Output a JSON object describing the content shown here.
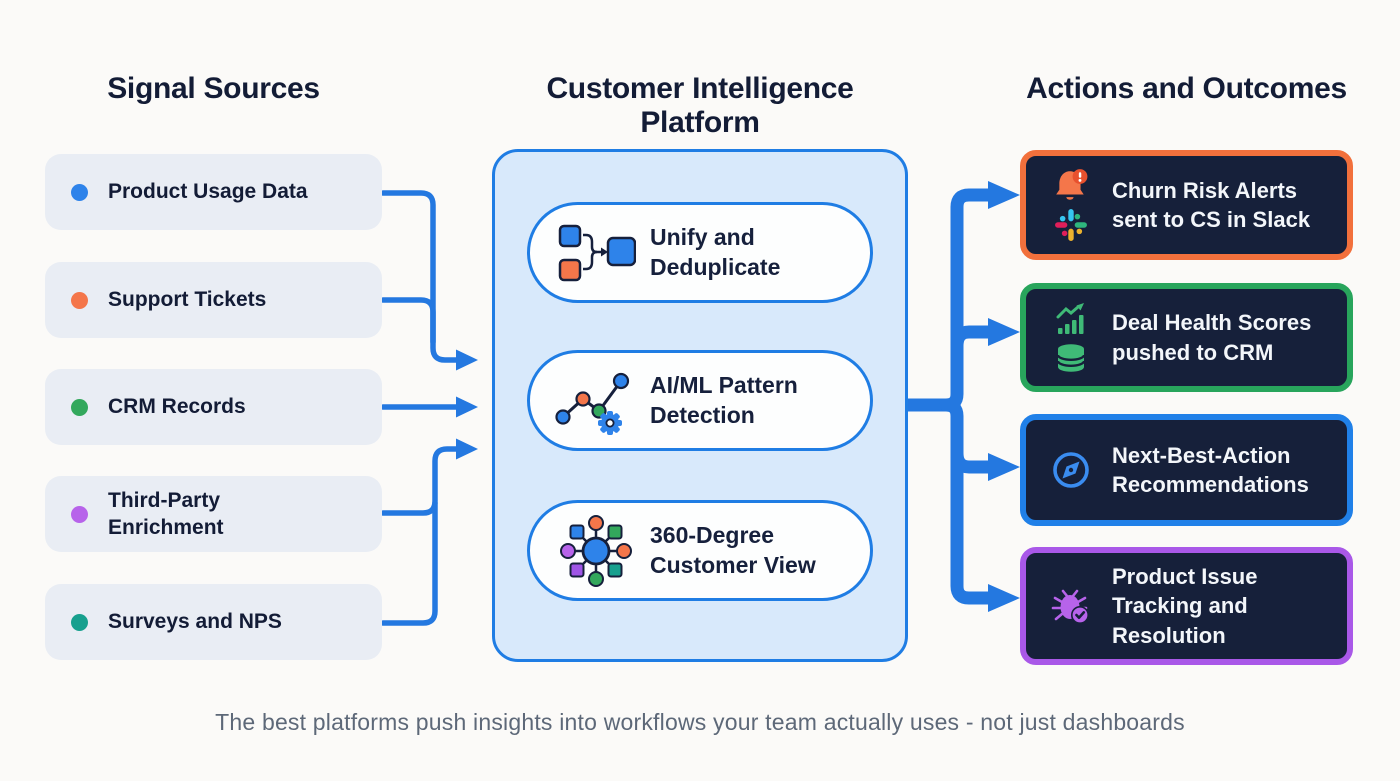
{
  "headers": {
    "sources": "Signal Sources",
    "platform": "Customer Intelligence Platform",
    "actions": "Actions and Outcomes"
  },
  "sources": {
    "items": [
      {
        "label": "Product Usage Data",
        "dot_color": "#2e83ea",
        "dot_icon": "blue-dot-icon"
      },
      {
        "label": "Support Tickets",
        "dot_color": "#f4764a",
        "dot_icon": "orange-dot-icon"
      },
      {
        "label": "CRM Records",
        "dot_color": "#33a85c",
        "dot_icon": "green-dot-icon"
      },
      {
        "label": "Third-Party\nEnrichment",
        "dot_color": "#b763ea",
        "dot_icon": "purple-dot-icon"
      },
      {
        "label": "Surveys and NPS",
        "dot_color": "#17a08e",
        "dot_icon": "teal-dot-icon"
      }
    ]
  },
  "platform": {
    "modules": [
      {
        "label": "Unify and\nDeduplicate",
        "icon": "merge-dedupe-icon"
      },
      {
        "label": "AI/ML Pattern\nDetection",
        "icon": "pattern-detection-icon"
      },
      {
        "label": "360-Degree\nCustomer View",
        "icon": "customer-network-icon"
      }
    ]
  },
  "actions": {
    "cards": [
      {
        "label": "Churn Risk Alerts\nsent to CS in Slack",
        "accent": "#f2703c",
        "icons": [
          "alert-bell-icon",
          "slack-icon"
        ]
      },
      {
        "label": "Deal Health Scores\npushed to CRM",
        "accent": "#28a55c",
        "icons": [
          "trend-chart-icon",
          "database-icon"
        ]
      },
      {
        "label": "Next-Best-Action\nRecommendations",
        "accent": "#2080e8",
        "icons": [
          "compass-icon"
        ]
      },
      {
        "label": "Product Issue\nTracking and\nResolution",
        "accent": "#a958e8",
        "icons": [
          "bug-check-icon"
        ]
      }
    ]
  },
  "footer": {
    "caption": "The best platforms push insights into workflows your team actually uses - not just dashboards"
  },
  "palette": {
    "background": "#fbfaf8",
    "arrow_blue": "#2478e0",
    "platform_fill": "#d8e9fb",
    "platform_border": "#1f7de4",
    "source_item_bg": "#e9edf4",
    "card_bg": "#16203a",
    "header_text": "#131c36",
    "card_text": "#f3f6fa",
    "footer_text": "#5d6878",
    "slack_colors": [
      "#36C5F0",
      "#2EB67D",
      "#ECB22E",
      "#E01E5A"
    ]
  }
}
